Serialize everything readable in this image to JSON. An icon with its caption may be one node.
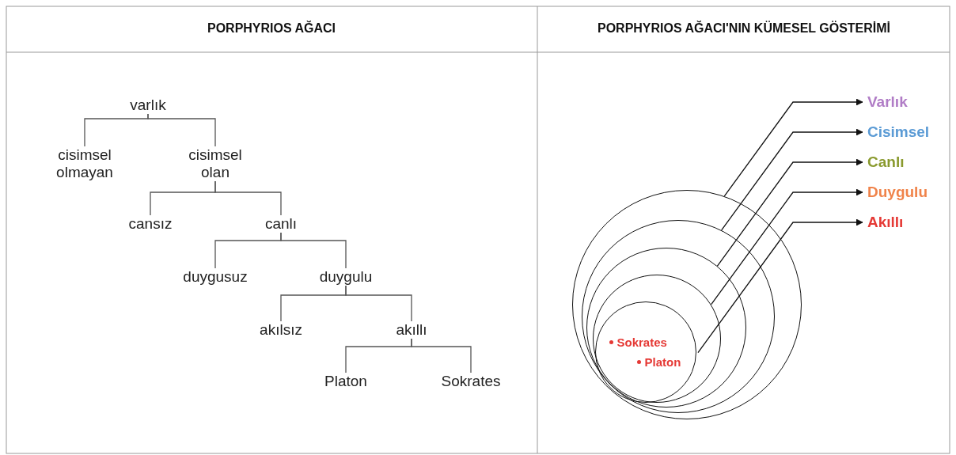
{
  "diagram": {
    "nodes": [
      {
        "text": [
          "varlık"
        ]
      },
      {
        "text": [
          "cisimsel olmayan"
        ]
      },
      {
        "text": [
          "cisimsel olan"
        ]
      },
      {
        "text": [
          "cansız"
        ]
      },
      {
        "text": [
          "canlı"
        ]
      },
      {
        "text": [
          "duygusuz"
        ]
      },
      {
        "text": [
          "duygulu"
        ]
      },
      {
        "text": [
          "akılsız"
        ]
      },
      {
        "text": [
          "akıllı"
        ]
      },
      {
        "text": [
          "Platon"
        ]
      },
      {
        "text": [
          "Sokrates"
        ]
      },
      {
        "text": [],
        "shape": "circle"
      },
      {
        "text": [],
        "shape": "circle",
        "in": 11
      },
      {
        "text": [],
        "shape": "circle",
        "in": 12
      },
      {
        "text": [],
        "shape": "circle",
        "in": 13
      },
      {
        "text": [
          "Sokrates",
          "Platon"
        ],
        "in": 14
      },
      {
        "text": [
          "Varlık"
        ]
      },
      {
        "text": [
          "Cisimsel"
        ]
      },
      {
        "text": [
          "Canlı"
        ]
      },
      {
        "text": [
          "Duygulu"
        ]
      },
      {
        "text": [
          "Akıllı"
        ]
      }
    ],
    "edges": [
      {
        "from": 0,
        "to": 1,
        "arrow": "none"
      },
      {
        "from": 0,
        "to": 2,
        "arrow": "none"
      },
      {
        "from": 2,
        "to": 3,
        "arrow": "none"
      },
      {
        "from": 2,
        "to": 4,
        "arrow": "none"
      },
      {
        "from": 4,
        "to": 5,
        "arrow": "none"
      },
      {
        "from": 4,
        "to": 6,
        "arrow": "none"
      },
      {
        "from": 6,
        "to": 7,
        "arrow": "none"
      },
      {
        "from": 6,
        "to": 8,
        "arrow": "none"
      },
      {
        "from": 8,
        "to": 9,
        "arrow": "none"
      },
      {
        "from": 8,
        "to": 10,
        "arrow": "none"
      },
      {
        "from": 11,
        "to": 16,
        "arrow": "to"
      },
      {
        "from": 12,
        "to": 17,
        "arrow": "to"
      },
      {
        "from": 13,
        "to": 18,
        "arrow": "to"
      },
      {
        "from": 14,
        "to": 19,
        "arrow": "to"
      },
      {
        "from": 15,
        "to": 20,
        "arrow": "to"
      }
    ],
    "labels": [
      "PORPHYRIOS AĞACI",
      "PORPHYRIOS AĞACI'NIN KÜMESEL GÖSTERİMİ"
    ]
  }
}
